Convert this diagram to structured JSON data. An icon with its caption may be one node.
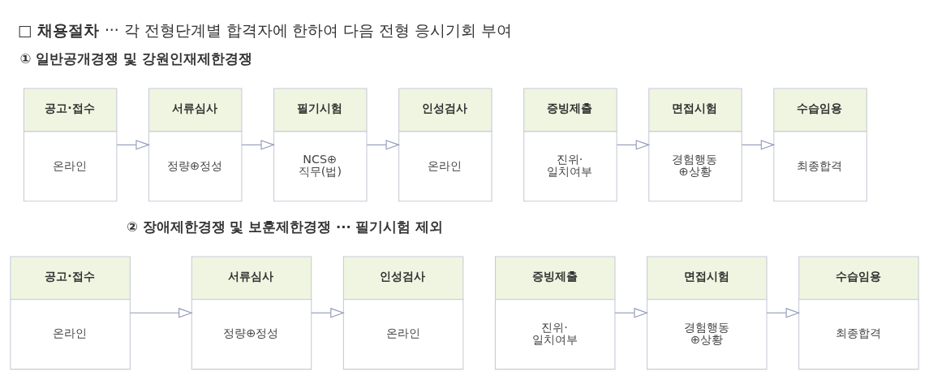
{
  "diagram": {
    "title": "□ **채용절차** ··· 각 전형단계별 합격자에 한하여 다음 전형 응시기회 부여",
    "nodes": [
      {
        "text": [
          "공고·접수",
          "온라인"
        ]
      },
      {
        "text": [
          "서류심사",
          "정량⊕정성"
        ]
      },
      {
        "text": [
          "필기시험",
          "NCS⊕ 직무(법)"
        ]
      },
      {
        "text": [
          "인성검사",
          "온라인"
        ]
      },
      {
        "text": [
          "증빙제출",
          "진위· 일치여부"
        ]
      },
      {
        "text": [
          "면접시험",
          "경험행동 ⊕상황"
        ]
      },
      {
        "text": [
          "수습임용",
          "최종합격"
        ]
      },
      {
        "text": [
          "공고·접수",
          "온라인"
        ]
      },
      {
        "text": [
          "서류심사",
          "정량⊕정성"
        ]
      },
      {
        "text": [
          "인성검사",
          "온라인"
        ]
      },
      {
        "text": [
          "증빙제출",
          "진위· 일치여부"
        ]
      },
      {
        "text": [
          "면접시험",
          "경험행동 ⊕상황"
        ]
      },
      {
        "text": [
          "수습임용",
          "최종합격"
        ]
      }
    ],
    "edges": [
      {
        "from": 0,
        "to": 1,
        "arrow": "to"
      },
      {
        "from": 1,
        "to": 2,
        "arrow": "to"
      },
      {
        "from": 2,
        "to": 3,
        "arrow": "to"
      },
      {
        "from": 4,
        "to": 5,
        "arrow": "to"
      },
      {
        "from": 5,
        "to": 6,
        "arrow": "to"
      },
      {
        "from": 7,
        "to": 8,
        "arrow": "to"
      },
      {
        "from": 8,
        "to": 9,
        "arrow": "to"
      },
      {
        "from": 10,
        "to": 11,
        "arrow": "to"
      },
      {
        "from": 11,
        "to": 12,
        "arrow": "to"
      }
    ],
    "labels": [
      "① 일반공개경쟁 및 강원인재제한경쟁",
      "② 장애제한경쟁 및 보훈제한경쟁 ··· 필기시험 제외"
    ]
  }
}
